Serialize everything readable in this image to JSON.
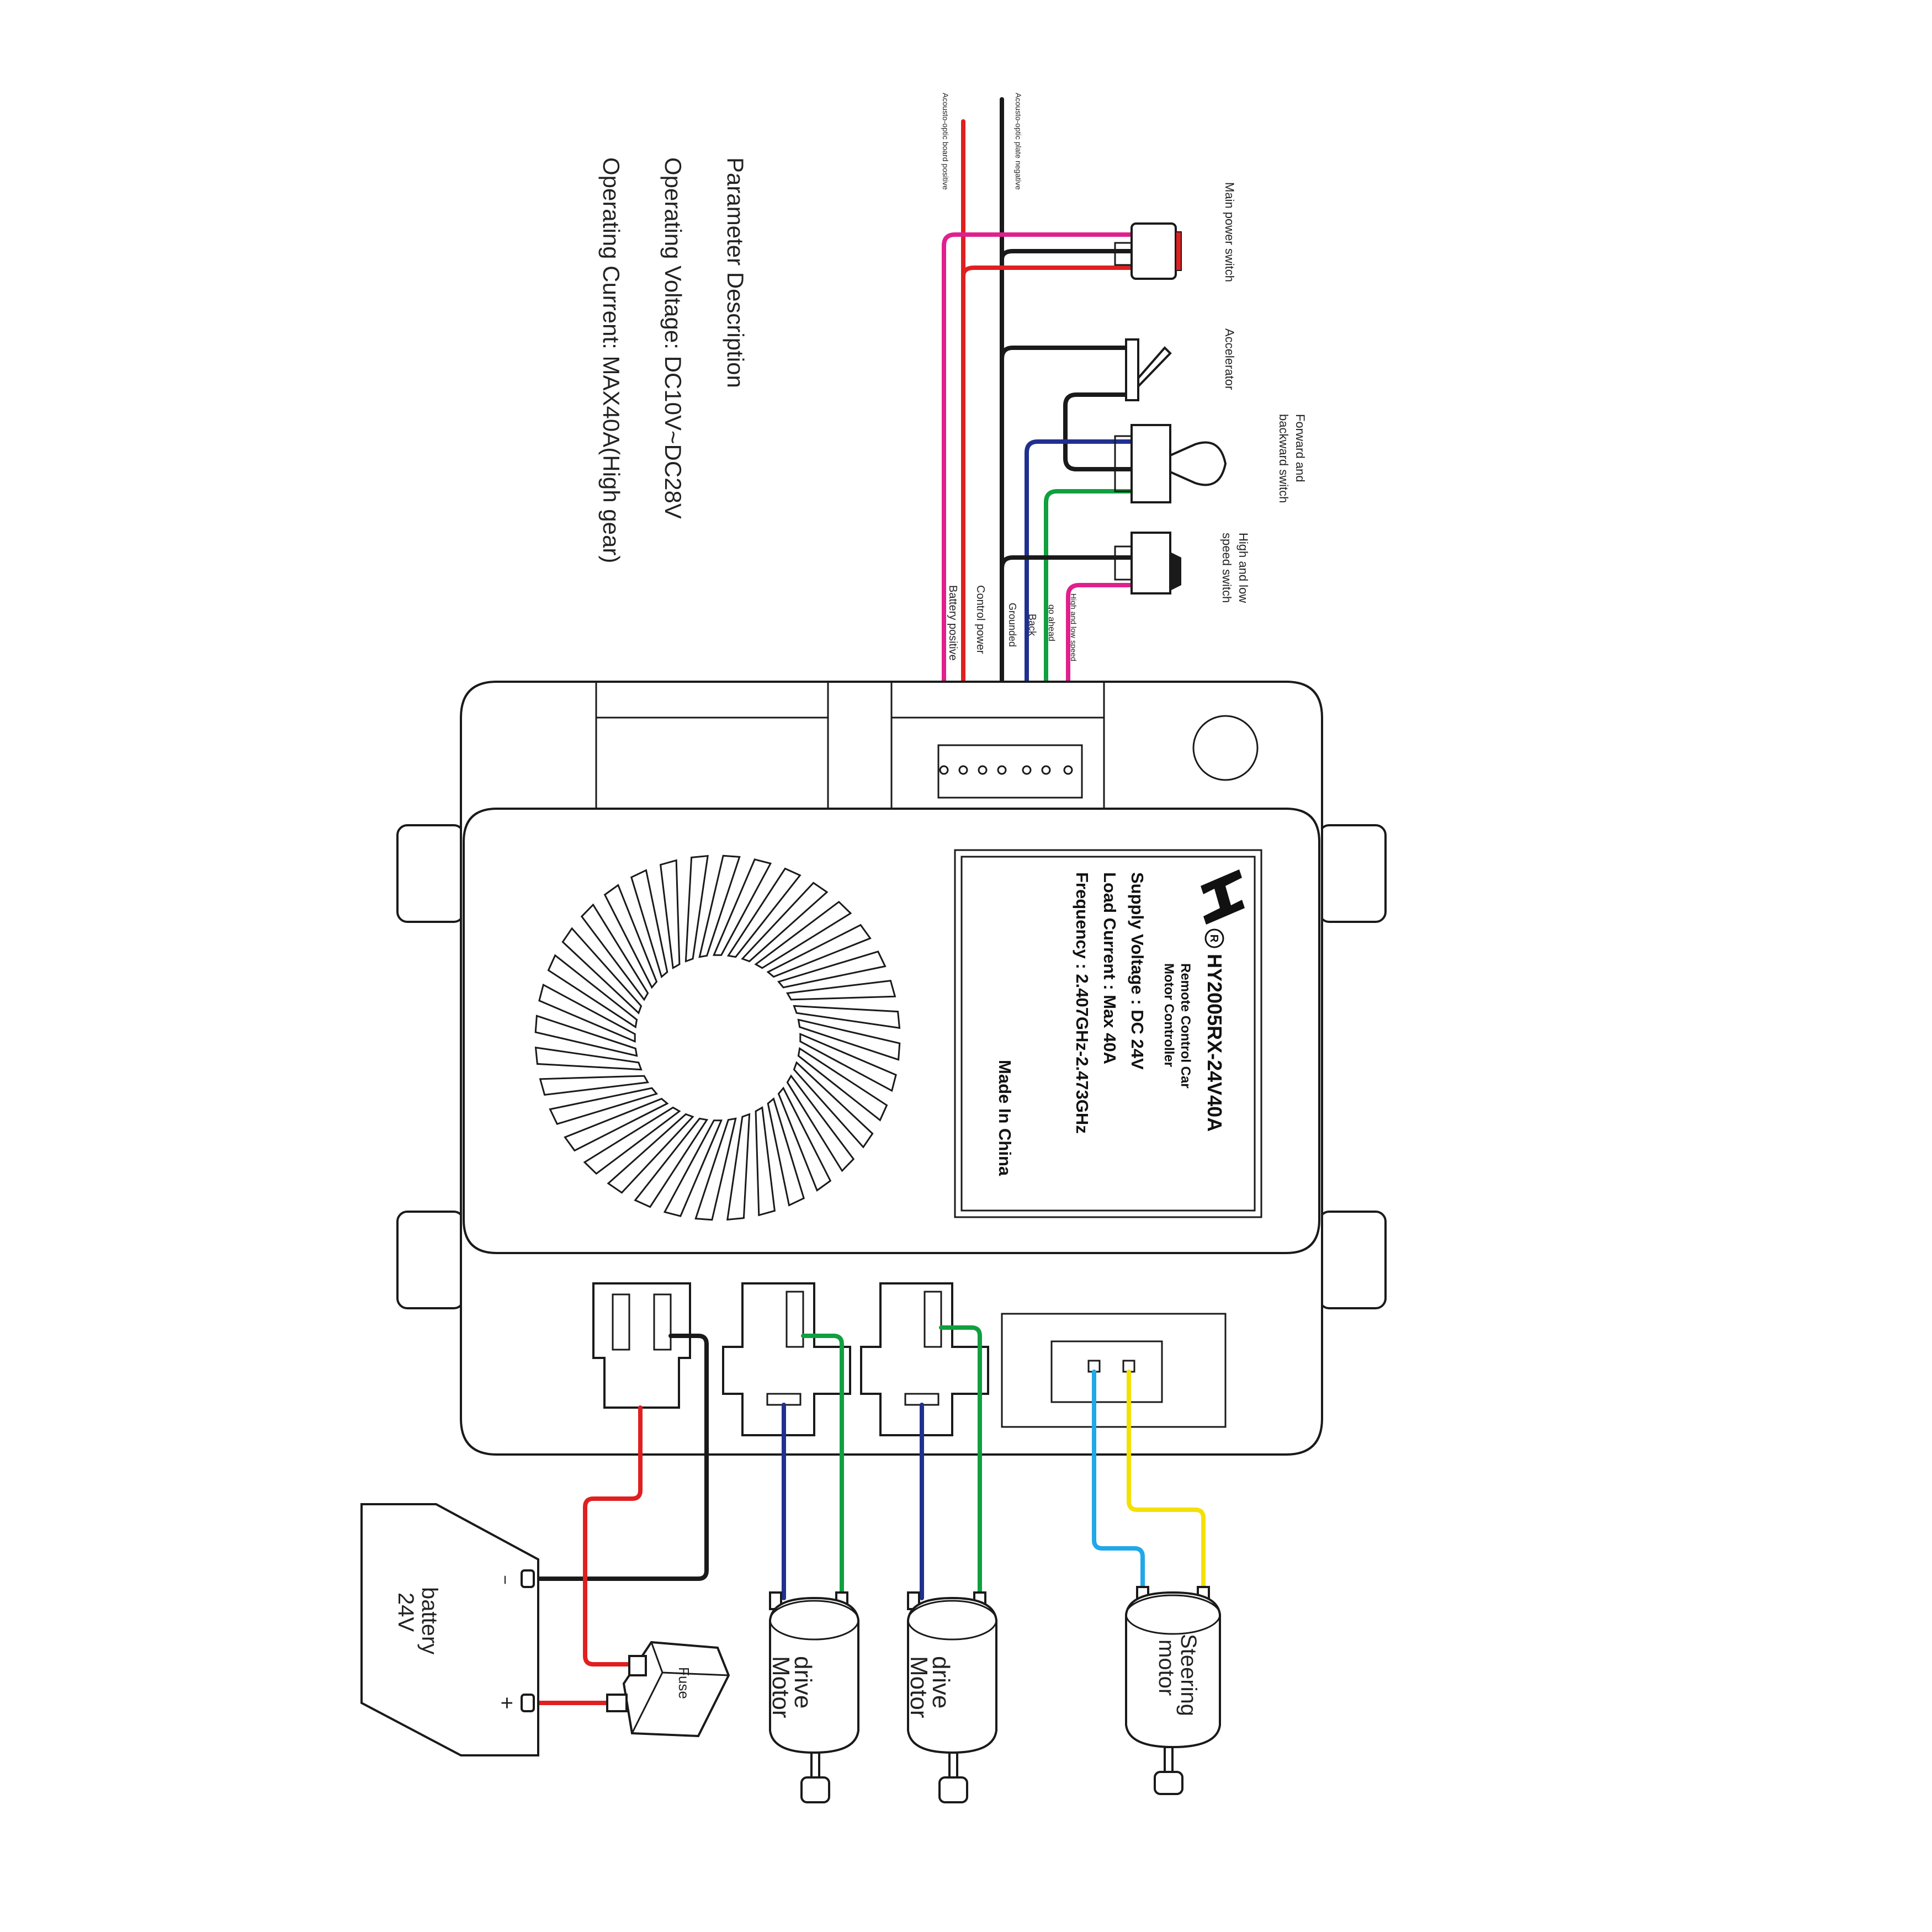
{
  "params": {
    "title": "Parameter Description",
    "voltage": "Operating Voltage:  DC10V~DC28V",
    "current": "Operating Current:  MAX40A(High gear)"
  },
  "top_wires": {
    "positive": "Acousto-optic board positive",
    "negative": "Acousto-optic plate negative"
  },
  "components": {
    "main_power_switch": "Main power switch",
    "accelerator": "Accelerator",
    "fwd_back_line1": "Forward and",
    "fwd_back_line2": "backward switch",
    "speed_line1": "High and low",
    "speed_line2": "speed switch"
  },
  "connector_labels": {
    "battery_positive": "Battery positive",
    "control_power": "Control power",
    "grounded": "Grounded",
    "back": "Back",
    "go_ahead": "go ahead",
    "high_low_speed": "High and low speed"
  },
  "label_plate": {
    "model": "HY2005RX-24V40A",
    "desc1": "Remote Control Car",
    "desc2": "Motor Controller",
    "supply": "Supply Voltage : DC 24V",
    "load": "Load Current : Max 40A",
    "freq": "Frequency : 2.407GHz-2.473GHz",
    "made": "Made In China",
    "registered": "R"
  },
  "bottom": {
    "battery_line1": "battery",
    "battery_line2": "24V",
    "minus": "−",
    "plus": "+",
    "fuse": "Fuse",
    "drive_motor_1a": "drive",
    "drive_motor_1b": "Motor",
    "drive_motor_2a": "drive",
    "drive_motor_2b": "Motor",
    "steering_a": "Steering",
    "steering_b": "motor"
  },
  "colors": {
    "red": "#e02020",
    "black": "#1a1a1a",
    "magenta": "#e0208c",
    "blue": "#203090",
    "green": "#10a040",
    "cyan": "#20a8e8",
    "yellow": "#f5e000"
  }
}
